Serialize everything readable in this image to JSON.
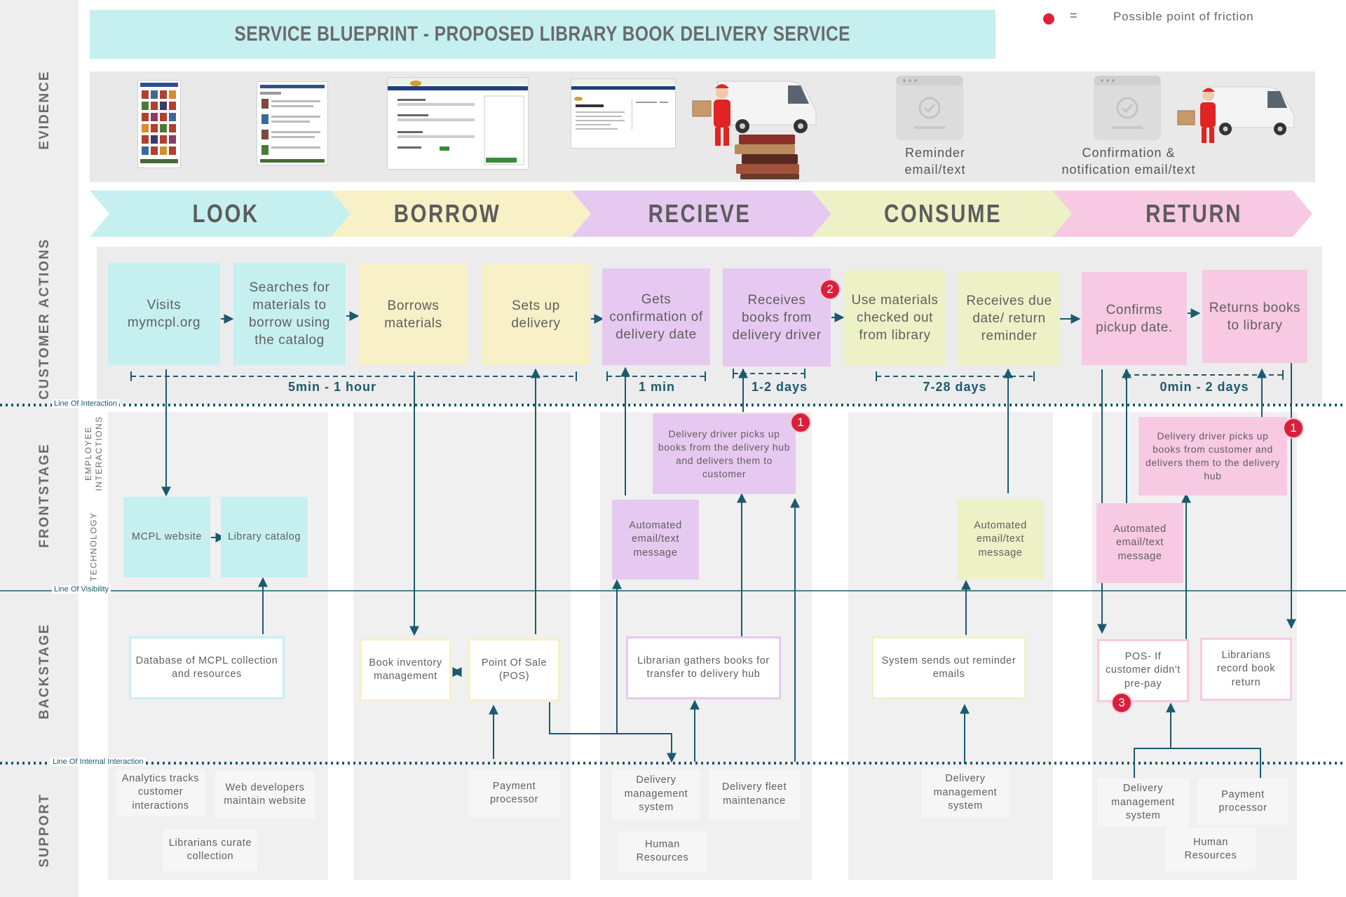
{
  "title": "SERVICE BLUEPRINT - PROPOSED LIBRARY BOOK DELIVERY SERVICE",
  "legend": {
    "equals": "=",
    "text": "Possible point of friction",
    "color": "#e0213a"
  },
  "rows": {
    "evidence": "EVIDENCE",
    "customer_actions": "CUSTOMER ACTIONS",
    "frontstage": "FRONTSTAGE",
    "employee_interactions": "EMPLOYEE INTERACTIONS",
    "technology": "TECHNOLOGY",
    "backstage": "BACKSTAGE",
    "support": "SUPPORT"
  },
  "lines": {
    "interaction": "Line Of Interaction",
    "visibility": "Line Of Visibility",
    "internal": "Line Of Internal Interaction"
  },
  "evidence_captions": {
    "reminder": [
      "Reminder",
      "email/text"
    ],
    "confirmation": [
      "Confirmation &",
      "notification email/text"
    ]
  },
  "phases": [
    {
      "label": "LOOK",
      "color": "#c6eff0"
    },
    {
      "label": "BORROW",
      "color": "#f8f0c6"
    },
    {
      "label": "RECIEVE",
      "color": "#e6c9f0"
    },
    {
      "label": "CONSUME",
      "color": "#ecf2c6"
    },
    {
      "label": "RETURN",
      "color": "#f8c9e3"
    }
  ],
  "customer_actions": [
    {
      "text": "Visits mymcpl.org",
      "phase": "LOOK"
    },
    {
      "text": "Searches for materials to borrow using the catalog",
      "phase": "LOOK"
    },
    {
      "text": "Borrows materials",
      "phase": "BORROW"
    },
    {
      "text": "Sets up delivery",
      "phase": "BORROW"
    },
    {
      "text": "Gets confirmation of delivery date",
      "phase": "RECIEVE"
    },
    {
      "text": "Receives books from delivery driver",
      "phase": "RECIEVE"
    },
    {
      "text": "Use materials checked out from library",
      "phase": "CONSUME"
    },
    {
      "text": "Receives due date/ return reminder",
      "phase": "CONSUME"
    },
    {
      "text": "Confirms pickup date.",
      "phase": "RETURN"
    },
    {
      "text": "Returns books to library",
      "phase": "RETURN"
    }
  ],
  "durations": [
    "5min - 1 hour",
    "1 min",
    "1-2 days",
    "7-28 days",
    "0min - 2 days"
  ],
  "employee_interactions": [
    {
      "text": "Delivery driver picks up books from the delivery hub and delivers them to customer",
      "phase": "RECIEVE"
    },
    {
      "text": "Delivery driver picks up books from customer and delivers them to the delivery hub",
      "phase": "RETURN"
    }
  ],
  "technology": [
    {
      "text": "MCPL website",
      "phase": "LOOK"
    },
    {
      "text": "Library catalog",
      "phase": "LOOK"
    },
    {
      "text": "Automated email/text message",
      "phase": "RECIEVE"
    },
    {
      "text": "Automated email/text message",
      "phase": "CONSUME"
    },
    {
      "text": "Automated email/text message",
      "phase": "RETURN"
    }
  ],
  "backstage": [
    {
      "text": "Database of MCPL collection and resources",
      "phase": "LOOK"
    },
    {
      "text": "Book inventory management",
      "phase": "BORROW"
    },
    {
      "text": "Point Of Sale (POS)",
      "phase": "BORROW"
    },
    {
      "text": "Librarian gathers books for transfer to delivery hub",
      "phase": "RECIEVE"
    },
    {
      "text": "System sends out reminder emails",
      "phase": "CONSUME"
    },
    {
      "text": "POS- If customer didn't pre-pay",
      "phase": "RETURN"
    },
    {
      "text": "Librarians record book return",
      "phase": "RETURN"
    }
  ],
  "support": [
    {
      "text": "Analytics tracks customer interactions",
      "phase": "LOOK"
    },
    {
      "text": "Web developers maintain website",
      "phase": "LOOK"
    },
    {
      "text": "Librarians curate collection",
      "phase": "LOOK"
    },
    {
      "text": "Payment processor",
      "phase": "BORROW"
    },
    {
      "text": "Delivery management system",
      "phase": "RECIEVE"
    },
    {
      "text": "Delivery fleet maintenance",
      "phase": "RECIEVE"
    },
    {
      "text": "Human Resources",
      "phase": "RECIEVE"
    },
    {
      "text": "Delivery management system",
      "phase": "CONSUME"
    },
    {
      "text": "Delivery management system",
      "phase": "RETURN"
    },
    {
      "text": "Payment processor",
      "phase": "RETURN"
    },
    {
      "text": "Human Resources",
      "phase": "RETURN"
    }
  ],
  "friction_points": [
    "1",
    "2",
    "1",
    "3"
  ],
  "colors": {
    "look": "#c6eff0",
    "borrow": "#f8f0c6",
    "recieve": "#e6c9f0",
    "consume": "#ecf2c6",
    "return": "#f8c9e3",
    "connector": "#1b5a6e",
    "friction": "#d81f3b"
  }
}
